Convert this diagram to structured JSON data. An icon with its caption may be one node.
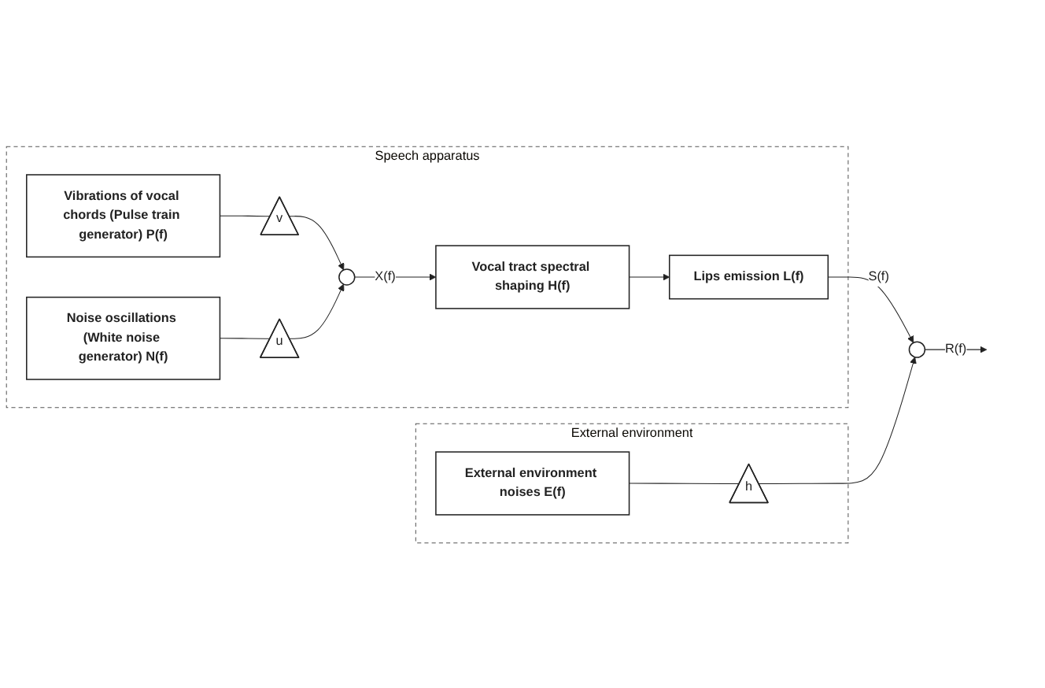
{
  "diagram": {
    "nodes": [
      {
        "text": [
          "Speech apparatus"
        ]
      },
      {
        "text": [
          "Vibrations of vocal chords (Pulse train generator) P(f)"
        ],
        "in": 0
      },
      {
        "text": [
          "Noise oscillations (White noise generator) N(f)"
        ],
        "in": 0
      },
      {
        "text": [
          "v"
        ],
        "in": 0
      },
      {
        "text": [
          "u"
        ],
        "in": 0
      },
      {
        "text": [],
        "shape": "circle",
        "in": 0
      },
      {
        "text": [
          "Vocal tract spectral shaping H(f)"
        ],
        "in": 0
      },
      {
        "text": [
          "Lips emission L(f)"
        ],
        "in": 0
      },
      {
        "text": [
          "External environment"
        ]
      },
      {
        "text": [
          "External environment noises E(f)"
        ],
        "in": 8
      },
      {
        "text": [
          "h"
        ],
        "in": 8
      },
      {
        "text": [],
        "shape": "circle"
      }
    ],
    "edges": [
      {
        "from": 1,
        "to": 3,
        "arrow": "none"
      },
      {
        "from": 2,
        "to": 4,
        "arrow": "none"
      },
      {
        "from": 3,
        "to": 5,
        "arrow": "to"
      },
      {
        "from": 4,
        "to": 5,
        "arrow": "to"
      },
      {
        "from": 5,
        "to": 6,
        "arrow": "to",
        "label": "X(f)"
      },
      {
        "from": 6,
        "to": 7,
        "arrow": "to"
      },
      {
        "from": 7,
        "to": 11,
        "arrow": "to",
        "label": "S(f)"
      },
      {
        "from": 9,
        "to": 10,
        "arrow": "none"
      },
      {
        "from": 10,
        "to": 11,
        "arrow": "to"
      },
      {
        "from": 11,
        "to": null,
        "arrow": "to",
        "label": "R(f)"
      }
    ]
  }
}
